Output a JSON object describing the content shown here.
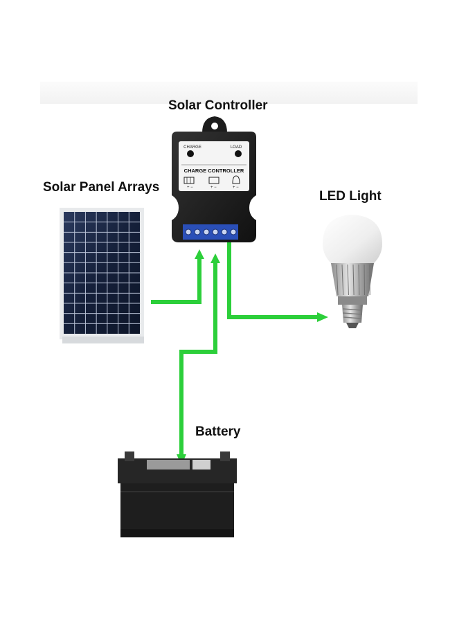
{
  "labels": {
    "solar_controller": "Solar Controller",
    "solar_panel_arrays": "Solar Panel Arrays",
    "led_light": "LED Light",
    "battery": "Battery"
  },
  "controller": {
    "indicator_left": "CHARGE",
    "indicator_right": "LOAD",
    "panel_title": "CHARGE CONTROLLER"
  },
  "colors": {
    "wire": "#2ccf3a",
    "controller_body": "#1c1c1c",
    "terminal_block": "#2a4fb8",
    "panel_frame": "#c9ccd0",
    "panel_cell": "#15203a",
    "battery_body": "#1e1e1e",
    "bulb_glass": "#f3f3f3",
    "bulb_base": "#b9b9b9"
  },
  "icons": {
    "controller": "charge-controller-icon",
    "panel": "solar-panel-icon",
    "bulb": "led-bulb-icon",
    "battery": "battery-icon"
  }
}
